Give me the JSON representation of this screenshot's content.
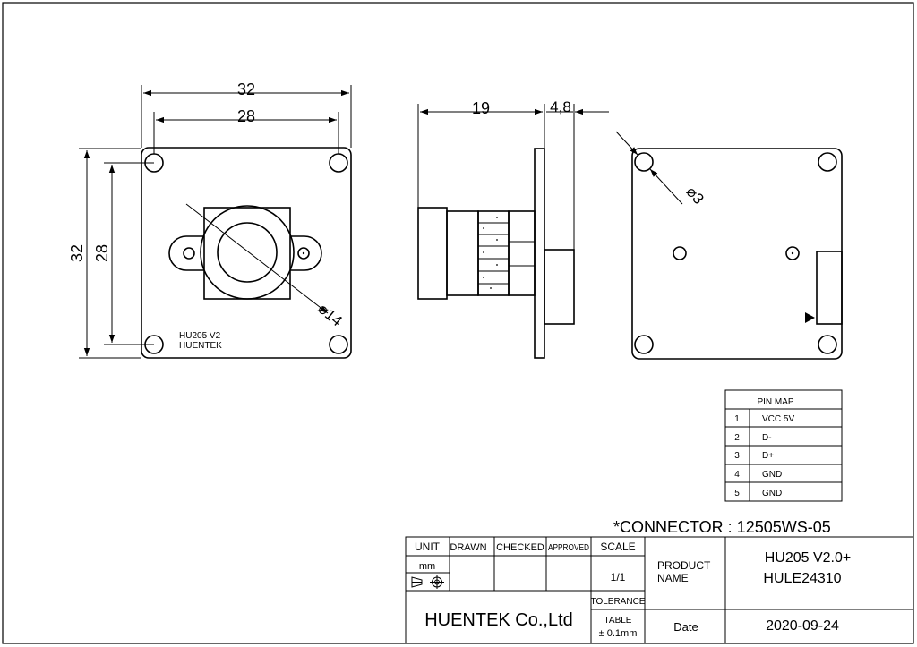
{
  "front_view": {
    "dim_width_outer": "32",
    "dim_width_holes": "28",
    "dim_height_outer": "32",
    "dim_height_holes": "28",
    "dim_lens_dia": "⌀14",
    "silk_model": "HU205 V2",
    "silk_brand": "HUENTEK"
  },
  "side_view": {
    "dim_depth": "19",
    "dim_board": "4,8"
  },
  "back_view": {
    "dim_hole_dia": "⌀3"
  },
  "pin_map": {
    "title": "PIN MAP",
    "rows": [
      {
        "pin": "1",
        "signal": "VCC 5V"
      },
      {
        "pin": "2",
        "signal": "D-"
      },
      {
        "pin": "3",
        "signal": "D+"
      },
      {
        "pin": "4",
        "signal": "GND"
      },
      {
        "pin": "5",
        "signal": "GND"
      }
    ]
  },
  "connector_note": "*CONNECTOR : 12505WS-05",
  "title_block": {
    "unit_label": "UNIT",
    "unit_value": "mm",
    "drawn_label": "DRAWN",
    "checked_label": "CHECKED",
    "approved_label": "APPROVED",
    "scale_label": "SCALE",
    "scale_value": "1/1",
    "tolerance_label": "TOLERANCE",
    "table_label": "TABLE",
    "table_value": "± 0.1mm",
    "company": "HUENTEK Co.,Ltd",
    "product_name_label_1": "PRODUCT",
    "product_name_label_2": "NAME",
    "product_name_1": "HU205 V2.0+",
    "product_name_2": "HULE24310",
    "date_label": "Date",
    "date_value": "2020-09-24"
  }
}
